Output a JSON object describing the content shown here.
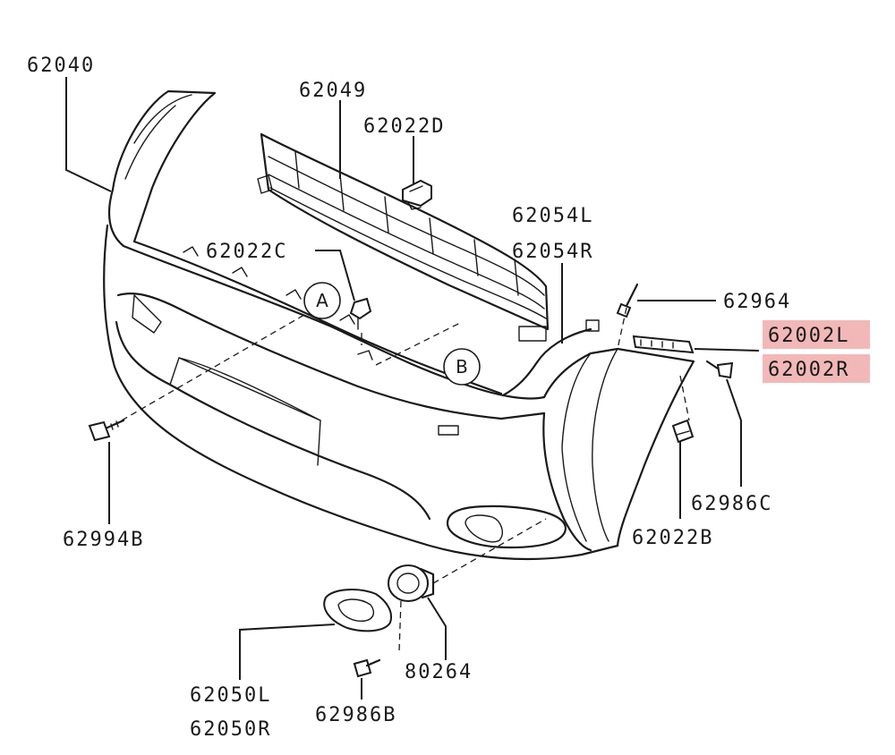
{
  "highlight_color": "#f2b8b8",
  "line_color": "#1a1a1a",
  "callouts": {
    "bumper_face": "62040",
    "grille": "62049",
    "grille_clip_d": "62022D",
    "clip_c": "62022C",
    "harness_l": "62054L",
    "harness_r": "62054R",
    "screw_top": "62964",
    "ext_l": "62002L",
    "ext_r": "62002R",
    "screw_c": "62986C",
    "clip_b": "62022B",
    "bolt_left": "62994B",
    "fog_cover_l": "62050L",
    "fog_cover_r": "62050R",
    "screw_b": "62986B",
    "fog_lamp": "80264"
  },
  "view_markers": {
    "a": "A",
    "b": "B"
  }
}
